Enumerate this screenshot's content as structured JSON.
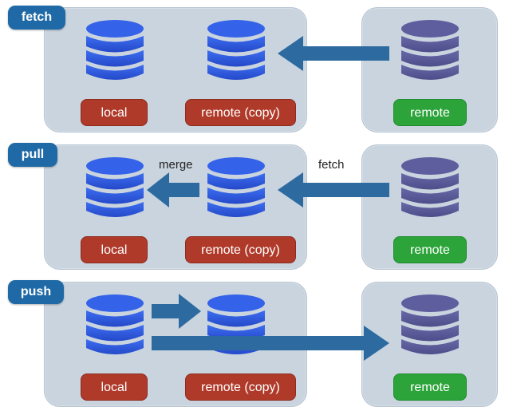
{
  "colors": {
    "panel": "#c9d4df",
    "tag": "#1f6aa6",
    "local_db": "#2f5de0",
    "remote_db": "#5a5a98",
    "red_label": "#b03a2a",
    "green_label": "#2ca43a",
    "arrow": "#2c6aa0"
  },
  "rows": [
    {
      "tag": "fetch",
      "local_label": "local",
      "copy_label": "remote (copy)",
      "remote_label": "remote"
    },
    {
      "tag": "pull",
      "local_label": "local",
      "copy_label": "remote (copy)",
      "remote_label": "remote",
      "merge_text": "merge",
      "fetch_text": "fetch"
    },
    {
      "tag": "push",
      "local_label": "local",
      "copy_label": "remote (copy)",
      "remote_label": "remote"
    }
  ]
}
